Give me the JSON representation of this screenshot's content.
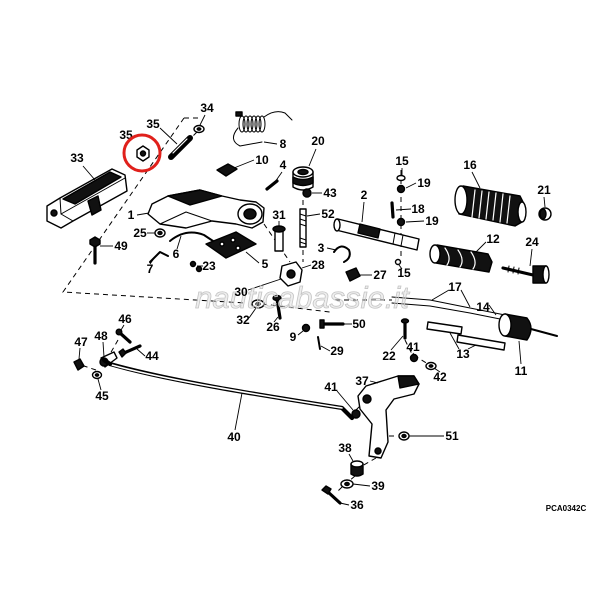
{
  "diagram": {
    "callouts": [
      "34",
      "35",
      "35",
      "33",
      "8",
      "20",
      "10",
      "4",
      "15",
      "16",
      "19",
      "43",
      "2",
      "21",
      "18",
      "1",
      "31",
      "52",
      "19",
      "25",
      "6",
      "49",
      "3",
      "12",
      "24",
      "7",
      "23",
      "5",
      "28",
      "15",
      "27",
      "17",
      "30",
      "14",
      "32",
      "26",
      "50",
      "9",
      "46",
      "48",
      "47",
      "44",
      "29",
      "22",
      "41",
      "13",
      "11",
      "42",
      "45",
      "41",
      "37",
      "40",
      "51",
      "38",
      "39",
      "36"
    ],
    "code": "PCA0342C",
    "watermark": "nauticabassie.it"
  },
  "colors": {
    "background": "#ffffff",
    "line": "#000000",
    "highlight_circle": "#e0201b",
    "watermark": "#c4c4c4"
  }
}
